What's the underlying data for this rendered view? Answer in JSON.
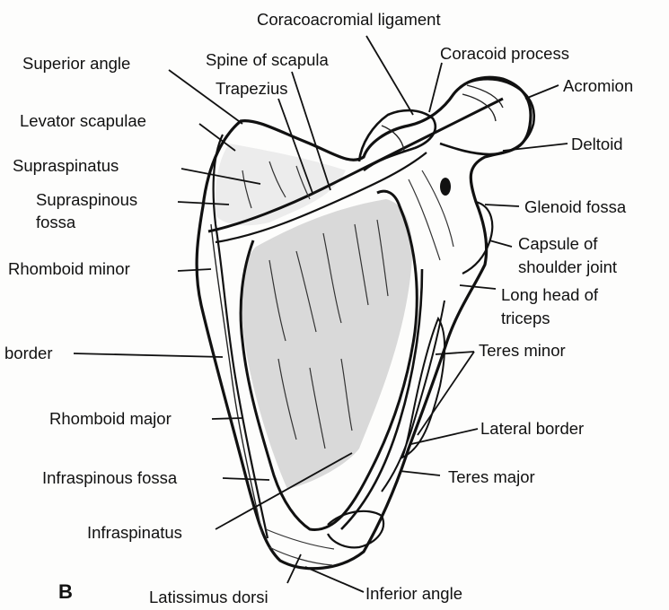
{
  "figure": {
    "panel_letter": "B",
    "labels": {
      "coracoacromial_ligament": "Coracoacromial ligament",
      "coracoid_process": "Coracoid process",
      "superior_angle": "Superior angle",
      "spine_of_scapula": "Spine of scapula",
      "trapezius": "Trapezius",
      "acromion": "Acromion",
      "levator_scapulae": "Levator scapulae",
      "deltoid": "Deltoid",
      "supraspinatus": "Supraspinatus",
      "supraspinous_fossa_l1": "Supraspinous",
      "supraspinous_fossa_l2": "fossa",
      "glenoid_fossa": "Glenoid fossa",
      "capsule_l1": "Capsule of",
      "capsule_l2": "shoulder joint",
      "rhomboid_minor": "Rhomboid minor",
      "long_head_l1": "Long head of",
      "long_head_l2": "triceps",
      "border": "border",
      "teres_minor": "Teres minor",
      "rhomboid_major": "Rhomboid major",
      "lateral_border": "Lateral border",
      "infraspinous_fossa": "Infraspinous fossa",
      "teres_major": "Teres major",
      "infraspinatus": "Infraspinatus",
      "latissimus_dorsi": "Latissimus dorsi",
      "inferior_angle": "Inferior angle"
    }
  }
}
